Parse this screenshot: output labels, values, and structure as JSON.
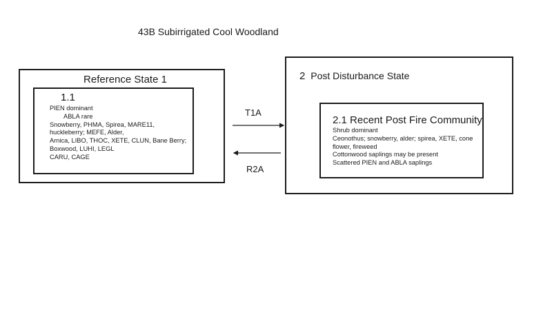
{
  "diagram_title": "43B Subirrigated Cool Woodland",
  "states": [
    {
      "id": "1",
      "title": "Reference State 1",
      "communities": [
        {
          "id": "1.1",
          "title": "1.1",
          "lines": [
            "PIEN dominant",
            "ABLA rare",
            "Snowberry, PHMA, Spirea, MARE11,",
            "huckleberry; MEFE, Alder,",
            "Arnica, LIBO, THOC, XETE, CLUN, Bane Berry;",
            "Boxwood, LUHI, LEGL",
            "CARU, CAGE"
          ]
        }
      ]
    },
    {
      "id": "2",
      "number": "2",
      "title": "Post Disturbance State",
      "communities": [
        {
          "id": "2.1",
          "title": "2.1 Recent Post Fire Community",
          "lines": [
            "Shrub dominant",
            "Ceonothus; snowberry, alder; spirea, XETE, cone",
            "flower, fireweed",
            "Cottonwood saplings may be present",
            "Scattered PIEN and ABLA saplings"
          ]
        }
      ]
    }
  ],
  "transitions": [
    {
      "label": "T1A",
      "from": "1",
      "to": "2"
    },
    {
      "label": "R2A",
      "from": "2",
      "to": "1"
    }
  ]
}
